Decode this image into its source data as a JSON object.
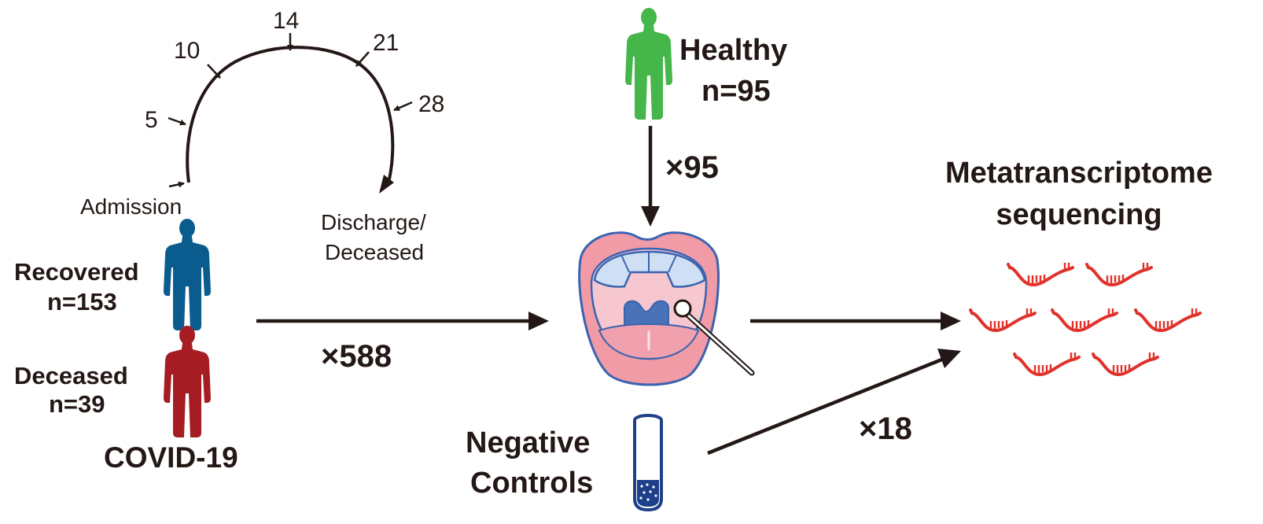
{
  "timeline": {
    "start_label": "Admission",
    "end_label_line1": "Discharge/",
    "end_label_line2": "Deceased",
    "days": [
      "5",
      "10",
      "14",
      "21",
      "28"
    ]
  },
  "covid": {
    "recovered_label": "Recovered",
    "recovered_n": "n=153",
    "deceased_label": "Deceased",
    "deceased_n": "n=39",
    "group_label": "COVID-19"
  },
  "healthy": {
    "label": "Healthy",
    "n": "n=95"
  },
  "negative_controls": {
    "line1": "Negative",
    "line2": "Controls"
  },
  "flows": {
    "covid_count": "×588",
    "healthy_count": "×95",
    "controls_count": "×18"
  },
  "output": {
    "line1": "Metatranscriptome",
    "line2": "sequencing"
  },
  "colors": {
    "recovered": "#0b5c8e",
    "deceased": "#a51d22",
    "healthy": "#45b649",
    "rna": "#e0322a",
    "text": "#231815",
    "mouth_outer": "#f19ba6",
    "mouth_stroke": "#3a63b0"
  }
}
